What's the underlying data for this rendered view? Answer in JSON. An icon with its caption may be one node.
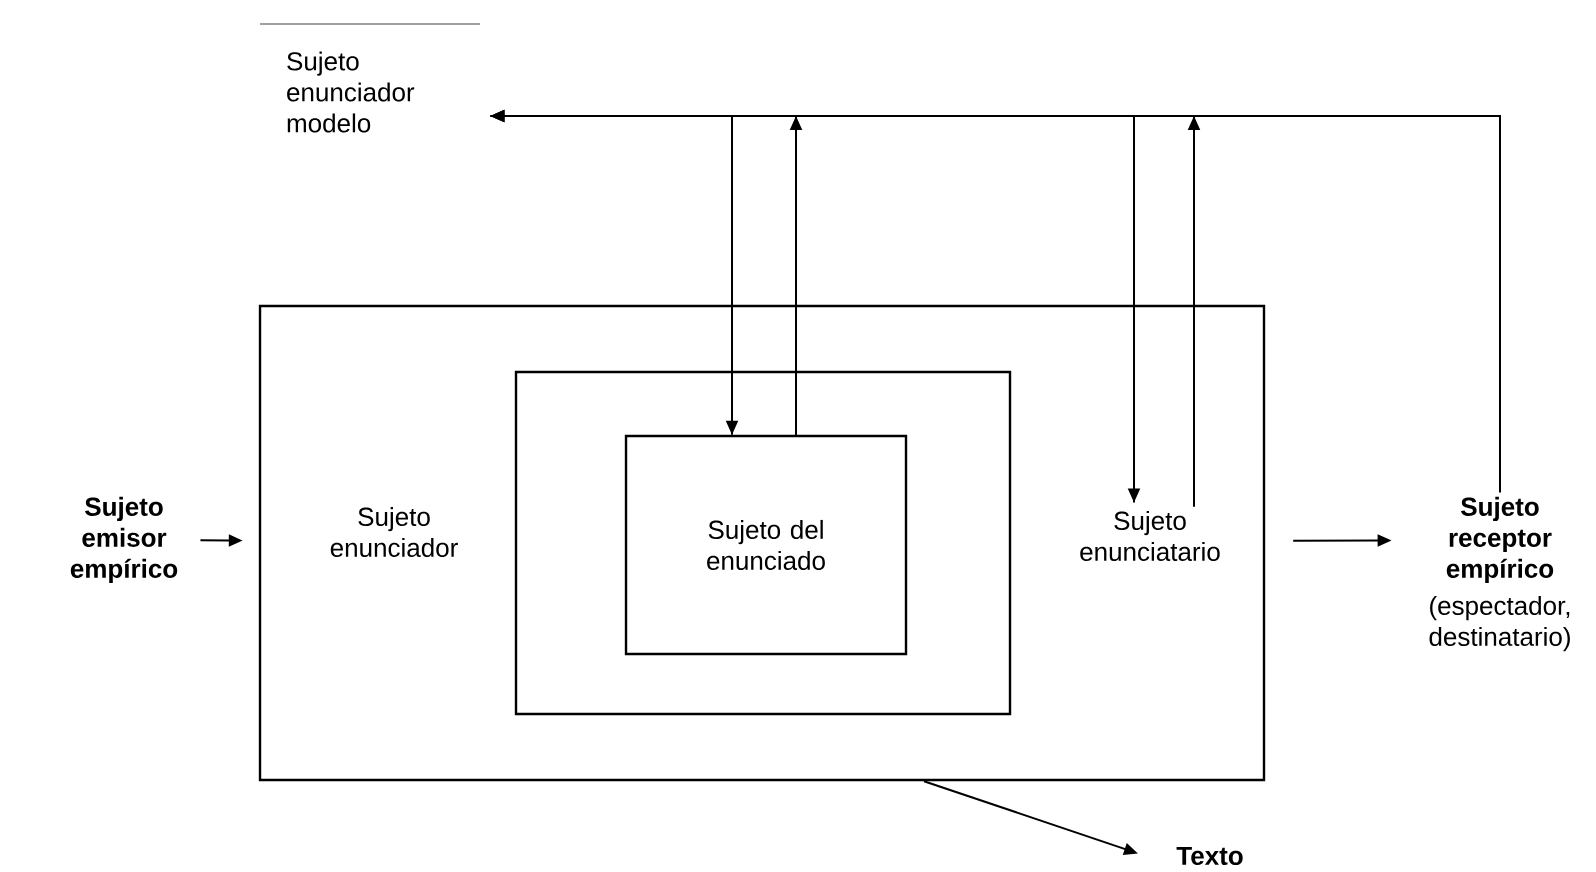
{
  "diagram": {
    "nodes": [
      {
        "text": [
          "Sujeto enunciador modelo"
        ]
      },
      {
        "text": [
          "Sujeto emisor empírico"
        ]
      },
      {
        "text": [],
        "shape": "box"
      },
      {
        "text": [
          "Sujeto enunciador"
        ],
        "in": 2
      },
      {
        "text": [],
        "shape": "box",
        "in": 2
      },
      {
        "text": [
          "Sujeto del enunciado"
        ],
        "in": 4
      },
      {
        "text": [
          "Sujeto enunciatario"
        ],
        "in": 2
      },
      {
        "text": [
          "Sujeto receptor empírico"
        ],
        "beside": [
          "(espectador, destinatario)"
        ]
      },
      {
        "text": [
          "Texto"
        ]
      }
    ],
    "edges": [
      {
        "from": 1,
        "to": 2,
        "arrow": "to"
      },
      {
        "from": 2,
        "to": 7,
        "arrow": "to"
      },
      {
        "from": 7,
        "to": 0,
        "arrow": "to"
      },
      {
        "from": 0,
        "to": 5,
        "arrow": "to"
      },
      {
        "from": 5,
        "to": 0,
        "arrow": "to"
      },
      {
        "from": 0,
        "to": 6,
        "arrow": "to"
      },
      {
        "from": 6,
        "to": 0,
        "arrow": "to"
      },
      {
        "from": 2,
        "to": 8,
        "arrow": "to"
      }
    ]
  }
}
